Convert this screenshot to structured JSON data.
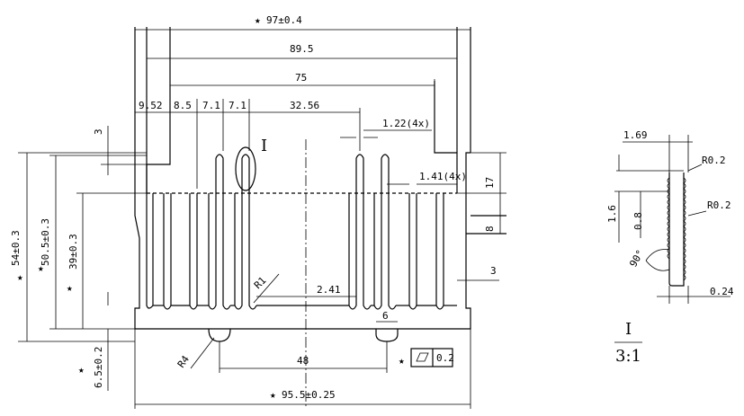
{
  "main_view": {
    "overall_width": "97±0.4",
    "width_89": "89.5",
    "width_75": "75",
    "pitch_labels": [
      "9.52",
      "8.5",
      "7.1",
      "7.1",
      "32.56"
    ],
    "fin_thickness": "1.22(4x)",
    "fin_thickness_2": "1.41(4x)",
    "top_gap": "3",
    "right_17": "17",
    "right_8": "8",
    "right_3": "3",
    "height_54": "54±0.3",
    "height_50": "50.5±0.3",
    "height_39": "39±0.3",
    "base_thickness": "6.5±0.2",
    "radius_r1": "R1",
    "radius_r4": "R4",
    "gap_2_41": "2.41",
    "slot_width": "6",
    "slot_span": "48",
    "flatness_value": "0.2",
    "bottom_width": "95.5±0.25",
    "detail_marker": "I",
    "star": "★"
  },
  "detail_view": {
    "label": "I",
    "scale": "3:1",
    "dim_1_69": "1.69",
    "dim_r0_2_top": "R0.2",
    "dim_r0_2_mid": "R0.2",
    "dim_1_6": "1.6",
    "dim_0_8": "0.8",
    "dim_angle": "90°",
    "dim_0_24": "0.24"
  }
}
